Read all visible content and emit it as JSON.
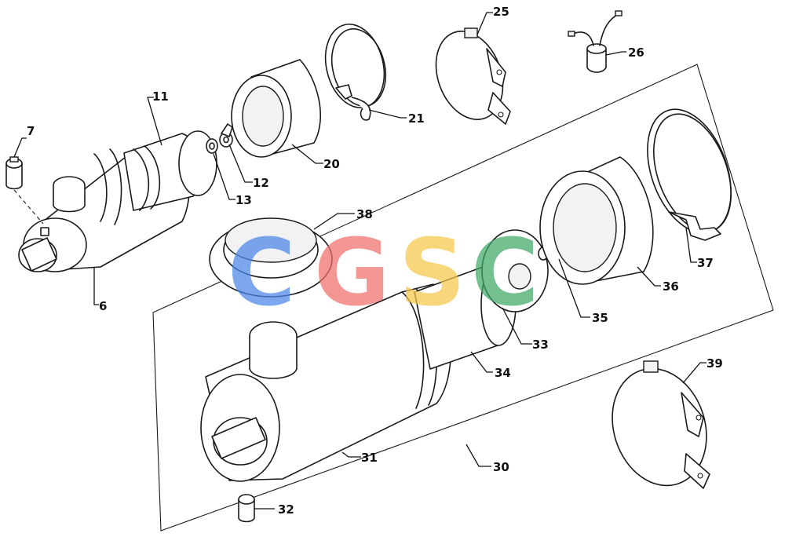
{
  "watermark": {
    "letters": [
      {
        "char": "C",
        "color": "#4a86e8"
      },
      {
        "char": "G",
        "color": "#ef6f6c"
      },
      {
        "char": "S",
        "color": "#f6c94a"
      },
      {
        "char": "C",
        "color": "#3fa866"
      }
    ]
  },
  "callouts": {
    "c6": "6",
    "c7": "7",
    "c11": "11",
    "c12": "12",
    "c13": "13",
    "c20": "20",
    "c21": "21",
    "c25": "25",
    "c26": "26",
    "c30": "30",
    "c31": "31",
    "c32": "32",
    "c33": "33",
    "c34": "34",
    "c35": "35",
    "c36": "36",
    "c37": "37",
    "c38": "38",
    "c39": "39"
  }
}
